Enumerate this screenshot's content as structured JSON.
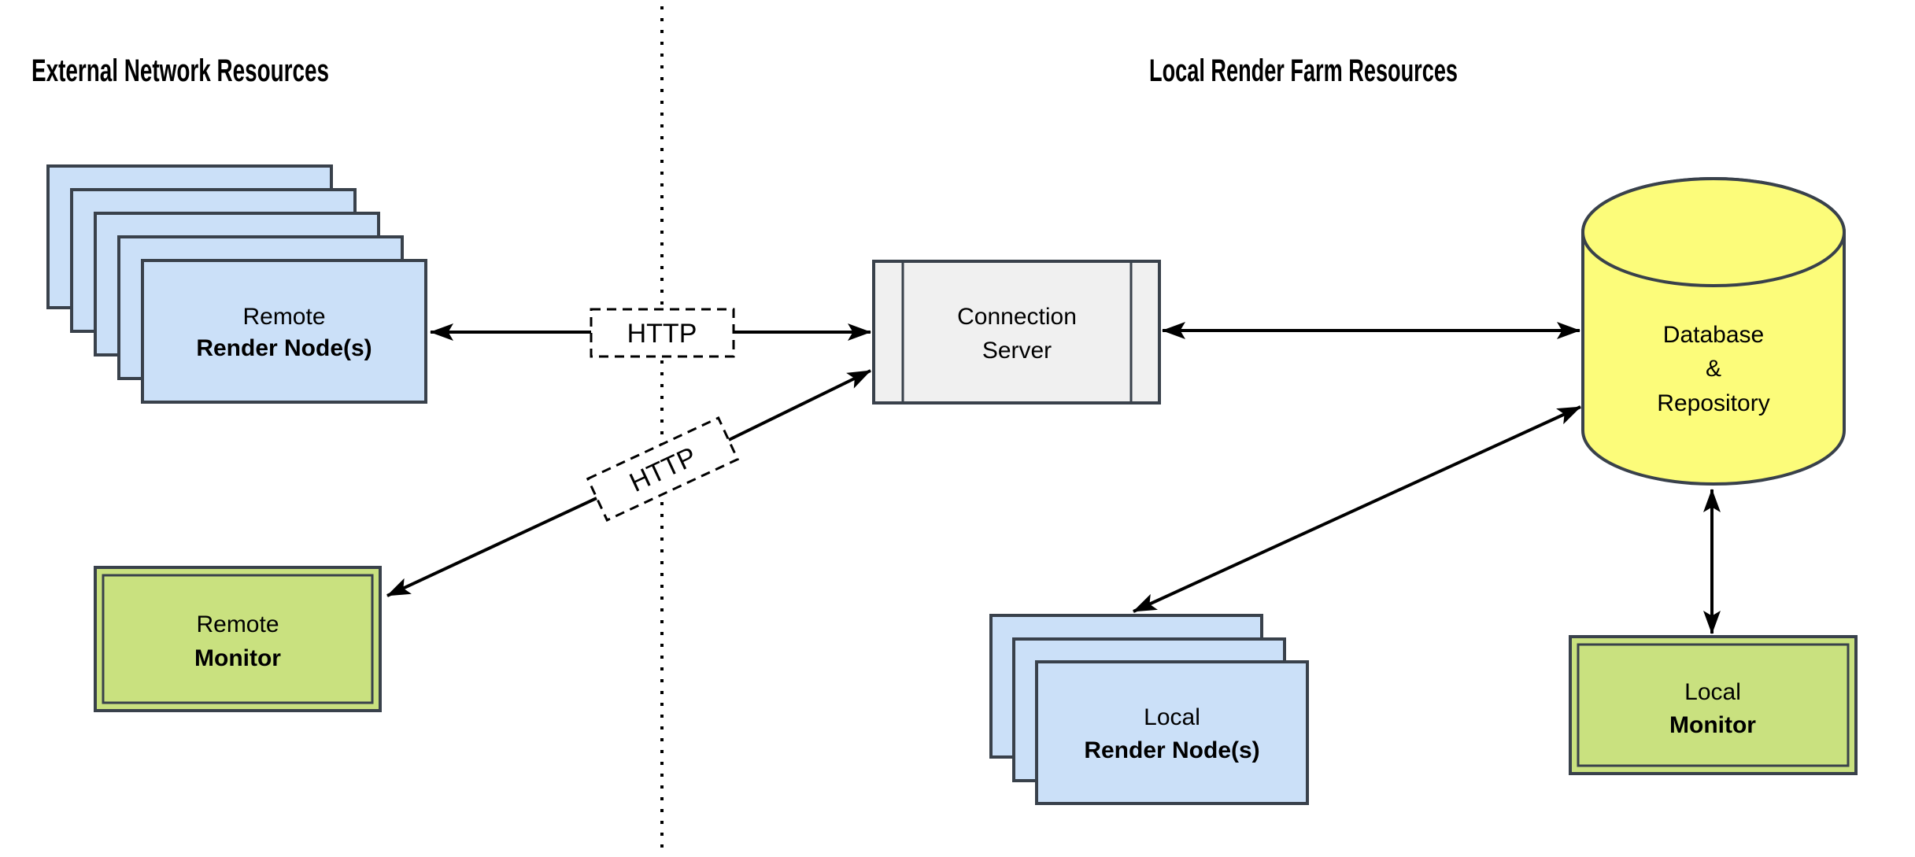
{
  "diagram": {
    "section_titles": {
      "left": "External Network Resources",
      "right": "Local Render Farm Resources"
    },
    "nodes": {
      "remote_render_nodes": {
        "line1": "Remote",
        "line2": "Render Node(s)",
        "stack_count": 5,
        "fill": "#cbe0f8"
      },
      "connection_server": {
        "line1": "Connection",
        "line2": "Server",
        "fill": "#f0f0f0"
      },
      "database_repository": {
        "line1": "Database",
        "line2": "&",
        "line3": "Repository",
        "fill": "#fcfc7a"
      },
      "local_render_nodes": {
        "line1": "Local",
        "line2": "Render Node(s)",
        "stack_count": 3,
        "fill": "#cbe0f8"
      },
      "remote_monitor": {
        "line1": "Remote",
        "line2": "Monitor",
        "fill": "#c9e17f"
      },
      "local_monitor": {
        "line1": "Local",
        "line2": "Monitor",
        "fill": "#c9e17f"
      }
    },
    "edge_labels": {
      "http_remote_nodes": "HTTP",
      "http_remote_monitor": "HTTP"
    },
    "colors": {
      "border_dark": "#39414b",
      "line_black": "#000000",
      "background": "#ffffff"
    }
  }
}
